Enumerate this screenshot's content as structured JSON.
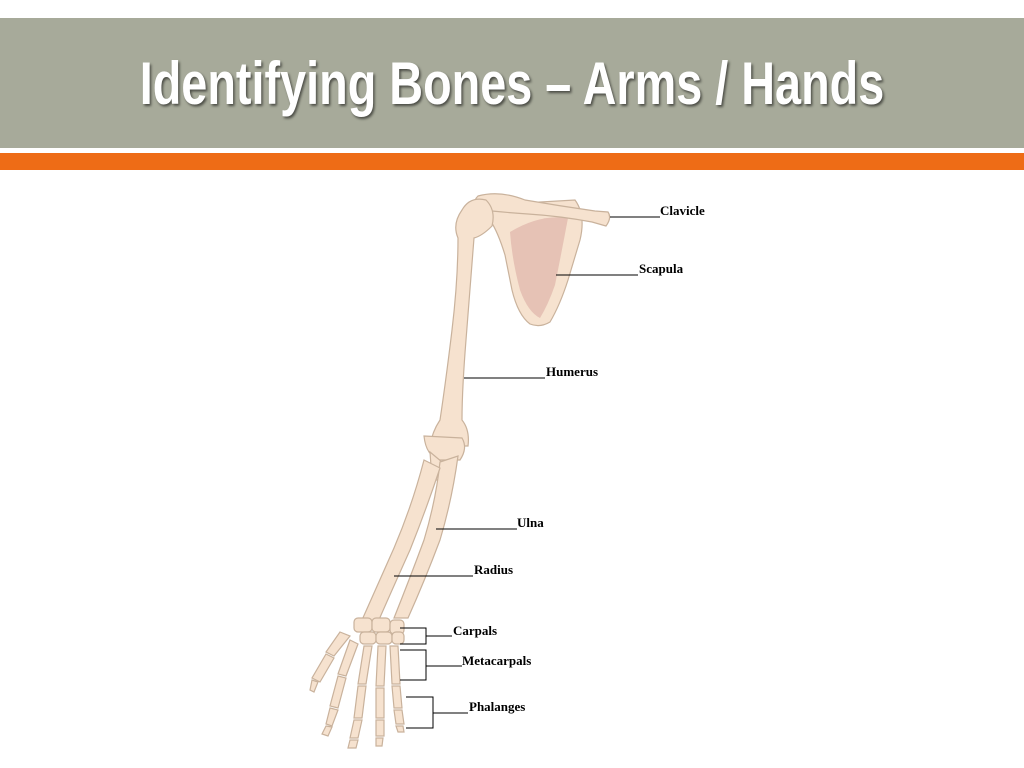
{
  "slide": {
    "title": "Identifying Bones – Arms / Hands"
  },
  "colors": {
    "title_band": "#a7aa9a",
    "accent_bar": "#ee6c16",
    "bone": "#f6e2cf"
  },
  "labels": {
    "clavicle": "Clavicle",
    "scapula": "Scapula",
    "humerus": "Humerus",
    "ulna": "Ulna",
    "radius": "Radius",
    "carpals": "Carpals",
    "metacarpals": "Metacarpals",
    "phalanges": "Phalanges"
  }
}
